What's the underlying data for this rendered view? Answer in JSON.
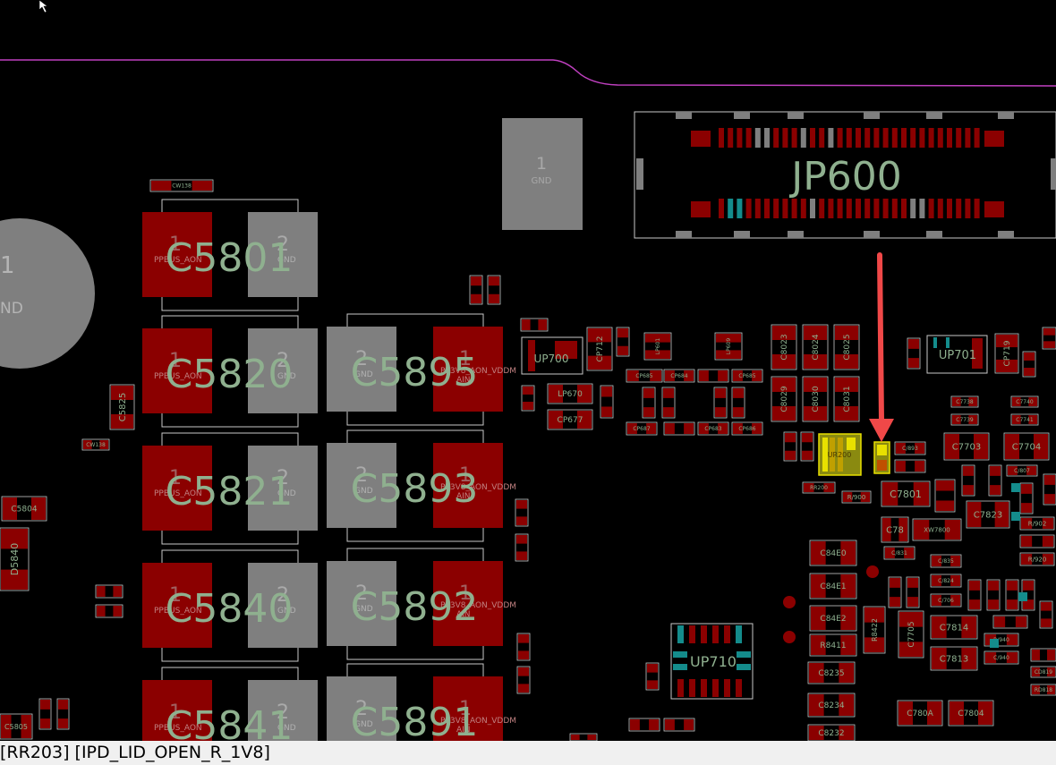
{
  "status_bar": {
    "text": "[RR203] [IPD_LID_OPEN_R_1V8]"
  },
  "connector": {
    "label": "JP600"
  },
  "gnd_pad": {
    "number": "1",
    "net": "GND"
  },
  "left_pad": {
    "number": "1",
    "net": "ND"
  },
  "large_caps": [
    {
      "ref": "C5801",
      "pin1": "1",
      "pin2": "2",
      "net1": "PPBUS_AON",
      "net2": "GND"
    },
    {
      "ref": "C5820",
      "pin1": "1",
      "pin2": "2",
      "net1": "PPBUS_AON",
      "net2": "GND"
    },
    {
      "ref": "C5821",
      "pin1": "1",
      "pin2": "2",
      "net1": "PPBUS_AON",
      "net2": "GND"
    },
    {
      "ref": "C5840",
      "pin1": "1",
      "pin2": "2",
      "net1": "PPBUS_AON",
      "net2": "GND"
    },
    {
      "ref": "C5841",
      "pin1": "1",
      "pin2": "2",
      "net1": "PPBUS_AON",
      "net2": "GND"
    },
    {
      "ref": "C5895",
      "pin1": "1",
      "pin2": "2",
      "net1": "PP3V8_AON_VDDMAIN",
      "net2": "GND"
    },
    {
      "ref": "C5893",
      "pin1": "1",
      "pin2": "2",
      "net1": "PP3V8_AON_VDDMAIN",
      "net2": "GND"
    },
    {
      "ref": "C5892",
      "pin1": "1",
      "pin2": "2",
      "net1": "PP3V8_AON_VDDMAIN",
      "net2": "GND"
    },
    {
      "ref": "C5891",
      "pin1": "1",
      "pin2": "2",
      "net1": "PP3V8_AON_VDDMAIN",
      "net2": "GND"
    }
  ],
  "ics": {
    "up700": "UP700",
    "up701": "UP701",
    "up710": "UP710",
    "ur200": "UR200"
  },
  "small_labels": {
    "c5825": "C5825",
    "c5804": "C5804",
    "d5840": "D5840",
    "c5805": "C5805",
    "cw138a": "CW138",
    "cw138b": "CW138",
    "lp670": "LP670",
    "cp677": "CP677",
    "cp712": "CP712",
    "c8023": "C8023",
    "c8024": "C8024",
    "c8025": "C8025",
    "c8029": "C8029",
    "c8030": "C8030",
    "c8031": "C8031",
    "cp719": "CP719",
    "c7703": "C7703",
    "c7704": "C7704",
    "c7801": "C7801",
    "c7823": "C7823",
    "c78x": "C78",
    "xw7800": "XW7800",
    "c84e0": "C84E0",
    "c84e1": "C84E1",
    "c84e2": "C84E2",
    "r8411": "R8411",
    "r8422": "R8422",
    "c8235": "C8235",
    "c8234": "C8234",
    "c8232": "C8232",
    "c7705": "C7705",
    "c7814": "C7814",
    "c7813": "C7813",
    "c780a": "C780A",
    "c7804": "C7804",
    "rr200": "RR200",
    "r900": "R/900",
    "r902": "R/902",
    "r920": "R/920",
    "cp685": "CP685",
    "cp684": "CP684",
    "cp687": "CP687",
    "cp683": "CP683",
    "cp686": "CP686",
    "lp601": "LP601",
    "lp609": "LP609",
    "c7893": "C/893",
    "c7807": "C/807",
    "c7831": "C/831",
    "c7835": "C/835",
    "c7824": "C/824",
    "c7706": "C/706",
    "r7940": "R/940",
    "c7940": "C/940",
    "cd819": "CD819",
    "rd818": "RD818",
    "c7738": "C7738",
    "c7739": "C7739",
    "c7740": "C7740",
    "c7741": "C7741",
    "cp685b": "CP685"
  },
  "colors": {
    "background": "#000000",
    "pad_red": "#8b0000",
    "pad_gray": "#7f7f7f",
    "outline": "#c8c8c8",
    "trace": "#c040c0",
    "highlight": "#e8e000",
    "arrow": "#f04848",
    "label_green": "#8fb08f",
    "teal": "#148c8c"
  }
}
